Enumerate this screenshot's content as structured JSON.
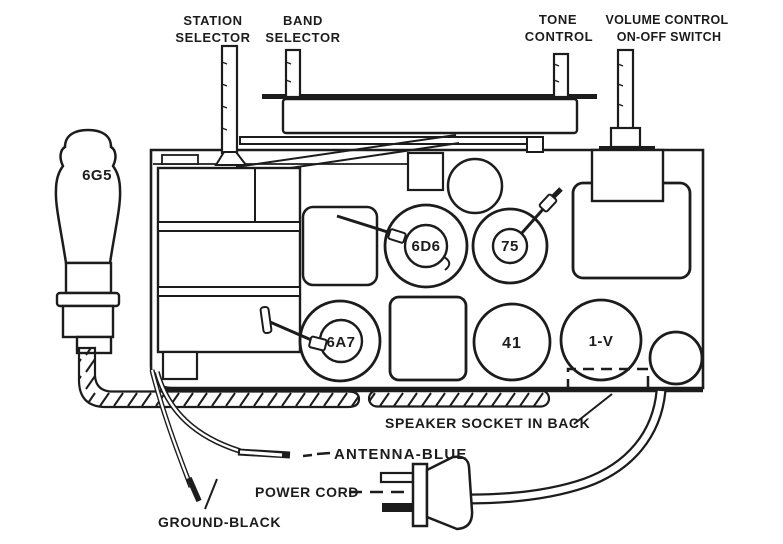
{
  "meta": {
    "description": "Hand-drawn service diagram of a radio chassis, top/rear view",
    "ink_color": "#1c1c1c",
    "paper_color": "#ffffff"
  },
  "labels": {
    "station_selector": {
      "line1": "STATION",
      "line2": "SELECTOR"
    },
    "band_selector": {
      "line1": "BAND",
      "line2": "SELECTOR"
    },
    "tone_control": {
      "line1": "TONE",
      "line2": "CONTROL"
    },
    "volume_control": {
      "line1": "VOLUME CONTROL",
      "line2": "ON-OFF SWITCH"
    },
    "speaker_socket": "SPEAKER SOCKET IN BACK",
    "antenna_lead": "ANTENNA-BLUE",
    "power_cord": "POWER CORD",
    "ground_lead": "GROUND-BLACK"
  },
  "tube_labels": {
    "t6g5": "6G5",
    "t6d6": "6D6",
    "t75": "75",
    "t6a7": "6A7",
    "t41": "41",
    "t1v": "1-V"
  }
}
